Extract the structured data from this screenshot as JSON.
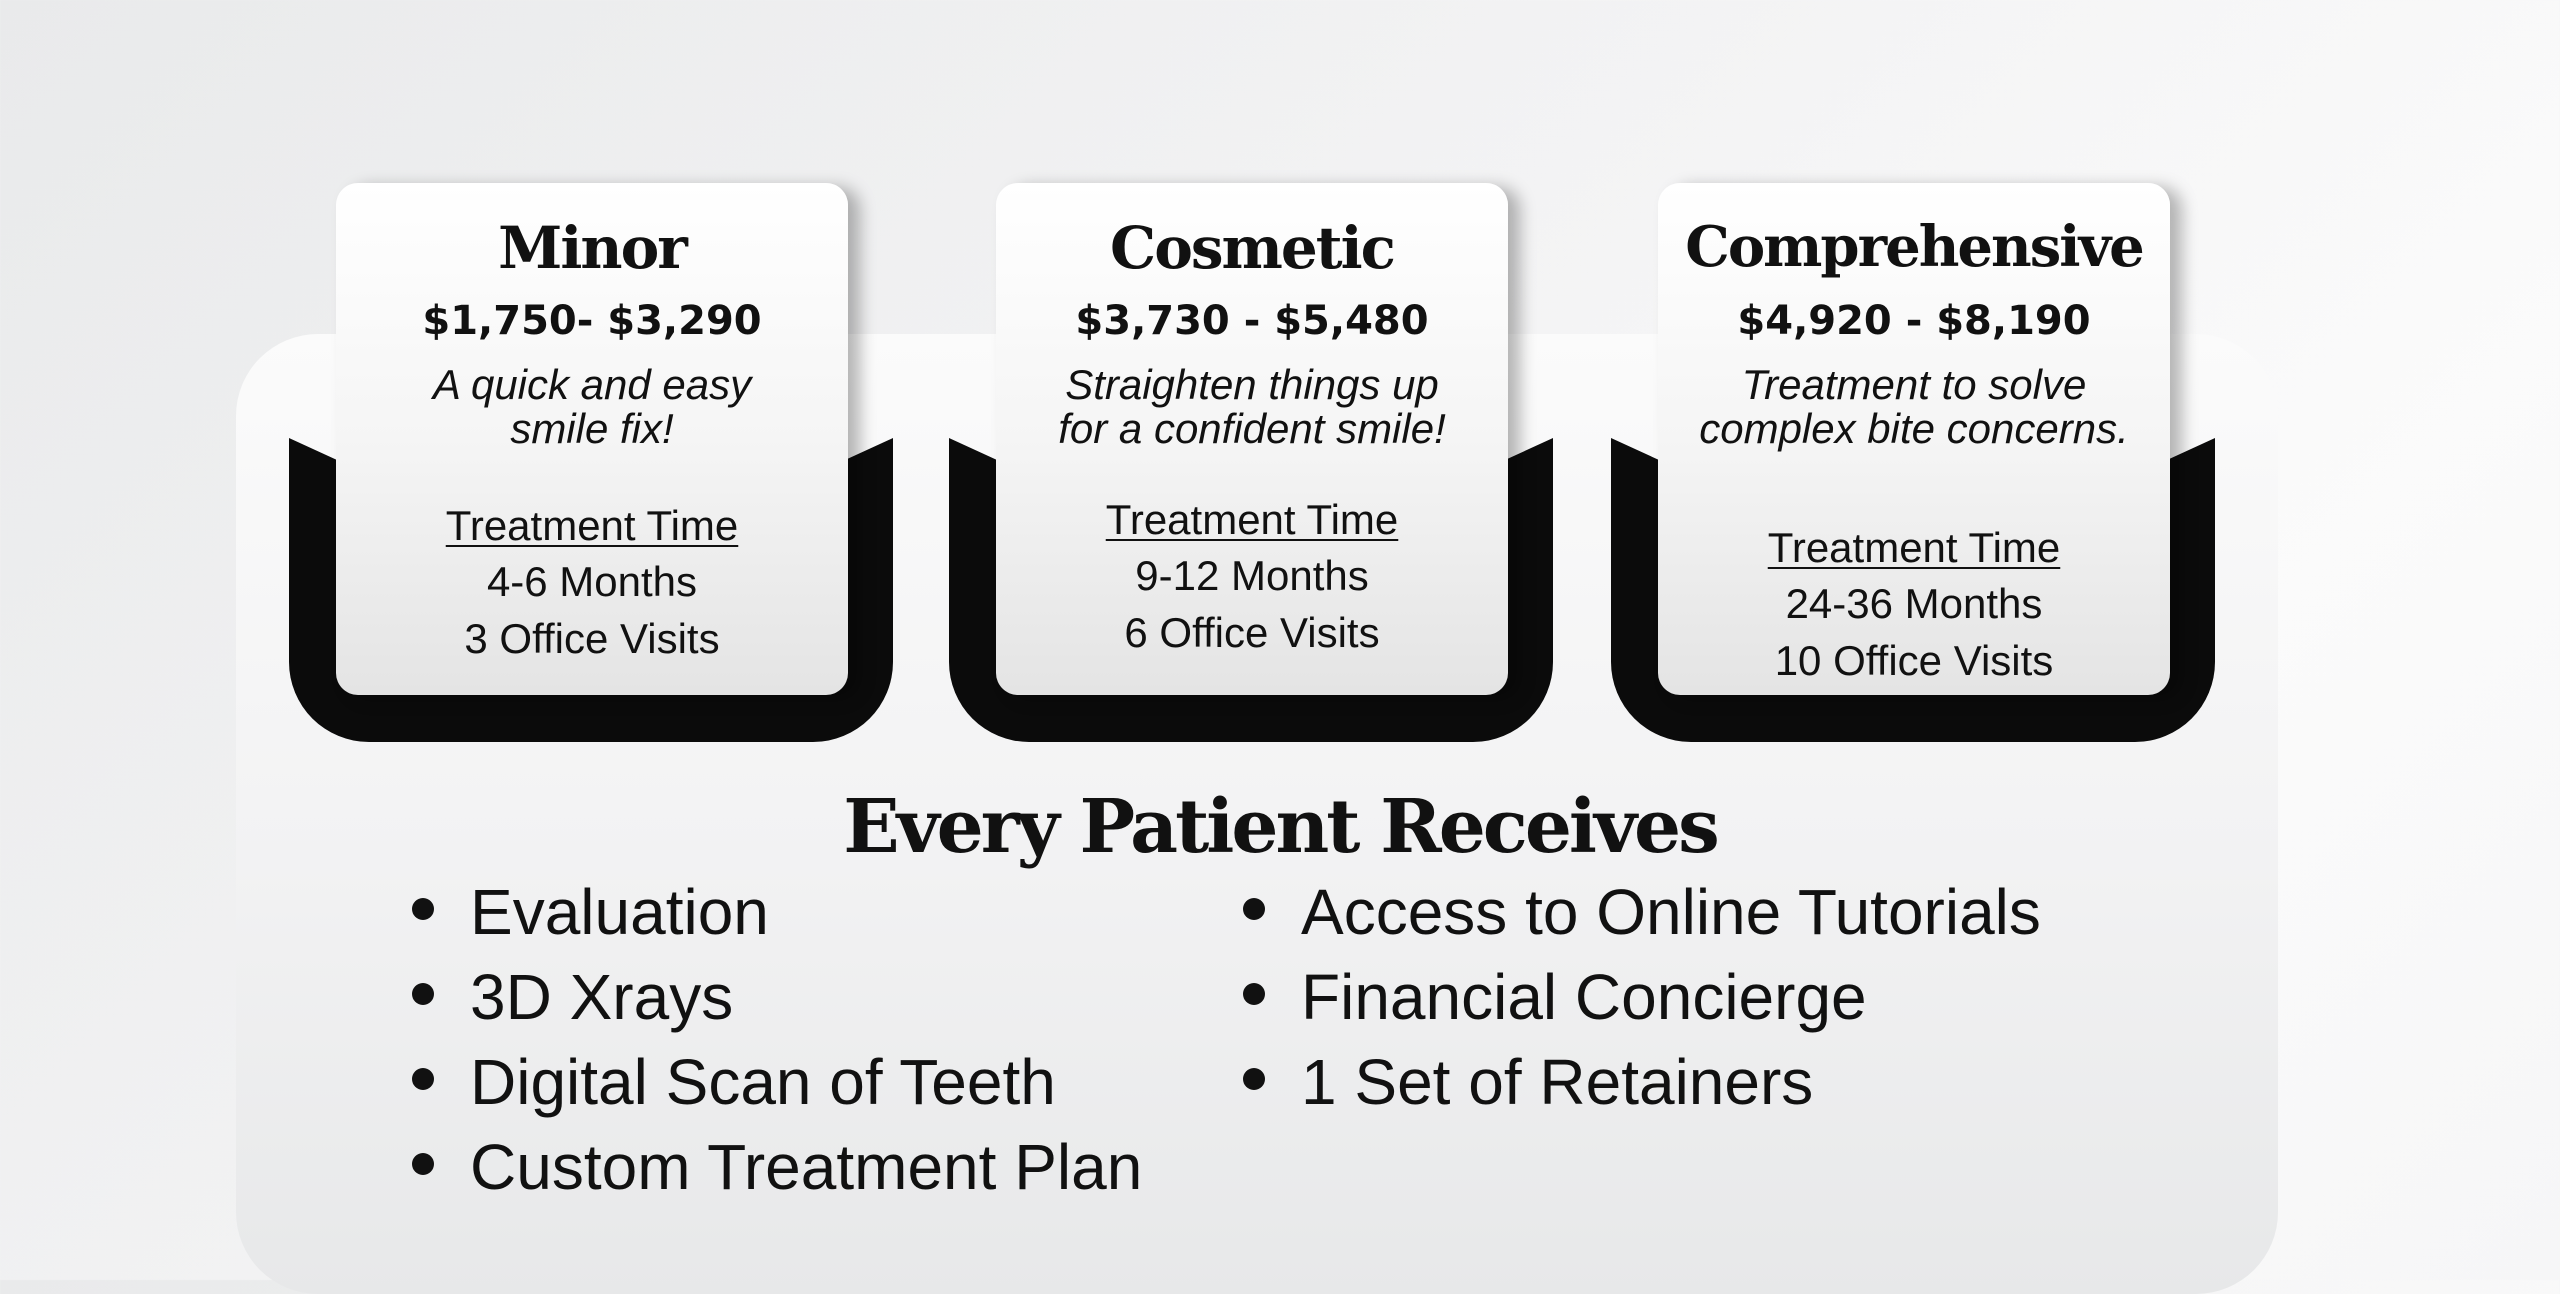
{
  "plans": [
    {
      "name": "Minor",
      "price": "$1,750- $3,290",
      "description_lines": [
        "A quick and easy",
        "smile fix!"
      ],
      "treatment_time_label": "Treatment Time",
      "duration": "4-6 Months",
      "visits": "3 Office Visits"
    },
    {
      "name": "Cosmetic",
      "price": "$3,730 - $5,480",
      "description_lines": [
        "Straighten things up",
        "for a confident smile!"
      ],
      "treatment_time_label": "Treatment Time",
      "duration": "9-12 Months",
      "visits": "6 Office Visits"
    },
    {
      "name": "Comprehensive",
      "price": "$4,920 - $8,190",
      "description_lines": [
        "Treatment to solve",
        "complex bite concerns."
      ],
      "treatment_time_label": "Treatment Time",
      "duration": "24-36 Months",
      "visits": "10 Office Visits"
    }
  ],
  "benefits": {
    "title": "Every Patient Receives",
    "left_items": [
      "Evaluation",
      "3D Xrays",
      "Digital Scan of Teeth",
      "Custom Treatment Plan"
    ],
    "right_items": [
      "Access to Online Tutorials",
      "Financial Concierge",
      "1 Set of Retainers"
    ]
  },
  "colors": {
    "tray": "#0b0b0b",
    "text": "#111111",
    "card_top": "#ffffff",
    "card_bottom": "#e4e4e4"
  }
}
